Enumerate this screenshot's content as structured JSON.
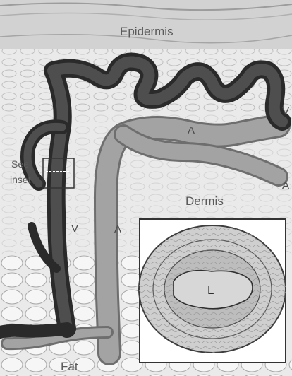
{
  "labels": {
    "epidermis": "Epidermis",
    "dermis": "Dermis",
    "fat": "Fat",
    "see": "See",
    "inset": "inset",
    "v_right": "V",
    "a_mid": "A",
    "a_right": "A",
    "v_left": "V",
    "a_left": "A",
    "lumen": "L"
  },
  "colors": {
    "vein": "#3f3f3f",
    "artery": "#9a9a9a",
    "epidermis": "#cdcdcd",
    "dermis": "#e9e9e9",
    "fat": "#f1f1f1",
    "inset_border": "#333333"
  }
}
